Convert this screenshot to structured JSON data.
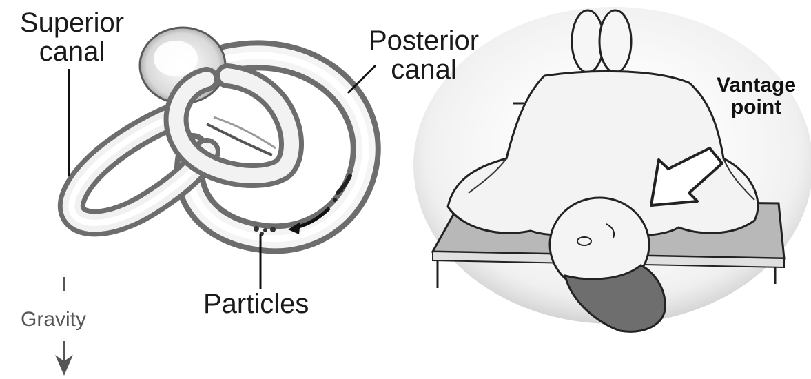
{
  "labels": {
    "superior_canal": [
      "Superior",
      "canal"
    ],
    "posterior_canal": [
      "Posterior",
      "canal"
    ],
    "particles": "Particles",
    "gravity": "Gravity",
    "vantage_point": [
      "Vantage",
      "point"
    ]
  }
}
